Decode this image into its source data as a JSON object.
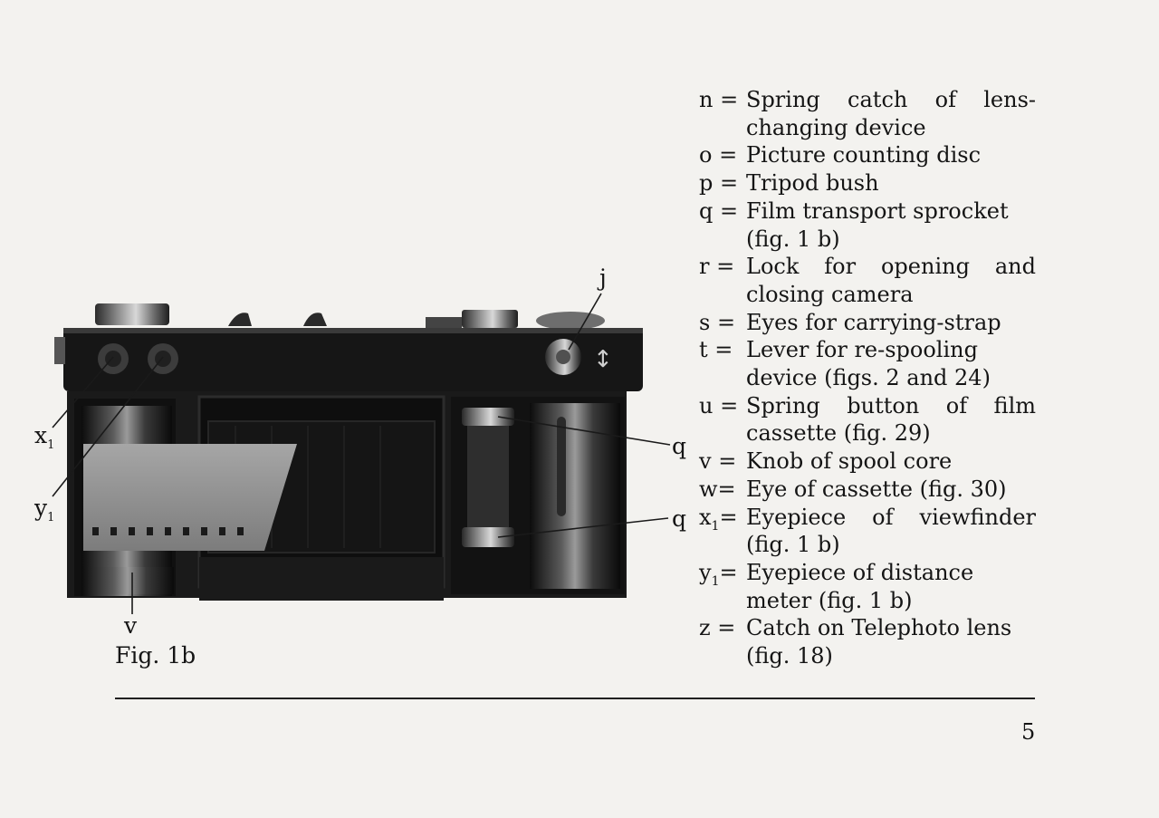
{
  "figure": {
    "caption": "Fig. 1b",
    "callouts": {
      "j": "j",
      "x1_base": "x",
      "x1_sub": "1",
      "y1_base": "y",
      "y1_sub": "1",
      "q_upper": "q",
      "q_lower": "q",
      "v": "v"
    }
  },
  "legend": [
    {
      "key": "n =",
      "lines": [
        "Spring catch of lens-",
        "changing device"
      ]
    },
    {
      "key": "o =",
      "lines": [
        "Picture counting disc"
      ]
    },
    {
      "key": "p =",
      "lines": [
        "Tripod bush"
      ]
    },
    {
      "key": "q =",
      "lines": [
        "Film transport sprocket",
        "(fig. 1 b)"
      ]
    },
    {
      "key": "r =",
      "lines": [
        "Lock for opening and",
        "closing camera"
      ]
    },
    {
      "key": "s =",
      "lines": [
        "Eyes for carrying-strap"
      ]
    },
    {
      "key": "t =",
      "lines": [
        "Lever for re-spooling",
        "device (figs. 2 and 24)"
      ]
    },
    {
      "key": "u =",
      "lines": [
        "Spring button of film",
        "cassette (fig. 29)"
      ]
    },
    {
      "key": "v =",
      "lines": [
        "Knob of spool core"
      ]
    },
    {
      "key": "w=",
      "lines": [
        "Eye of cassette (fig. 30)"
      ]
    },
    {
      "key_base": "x",
      "key_sub": "1",
      "key_tail": "=",
      "lines": [
        "Eyepiece of viewfinder",
        "(fig. 1 b)"
      ]
    },
    {
      "key_base": "y",
      "key_sub": "1",
      "key_tail": "=",
      "lines": [
        "Eyepiece of distance",
        "meter (fig. 1 b)"
      ]
    },
    {
      "key": "z =",
      "lines": [
        "Catch on Telephoto lens",
        "(fig. 18)"
      ]
    }
  ],
  "page_number": "5"
}
